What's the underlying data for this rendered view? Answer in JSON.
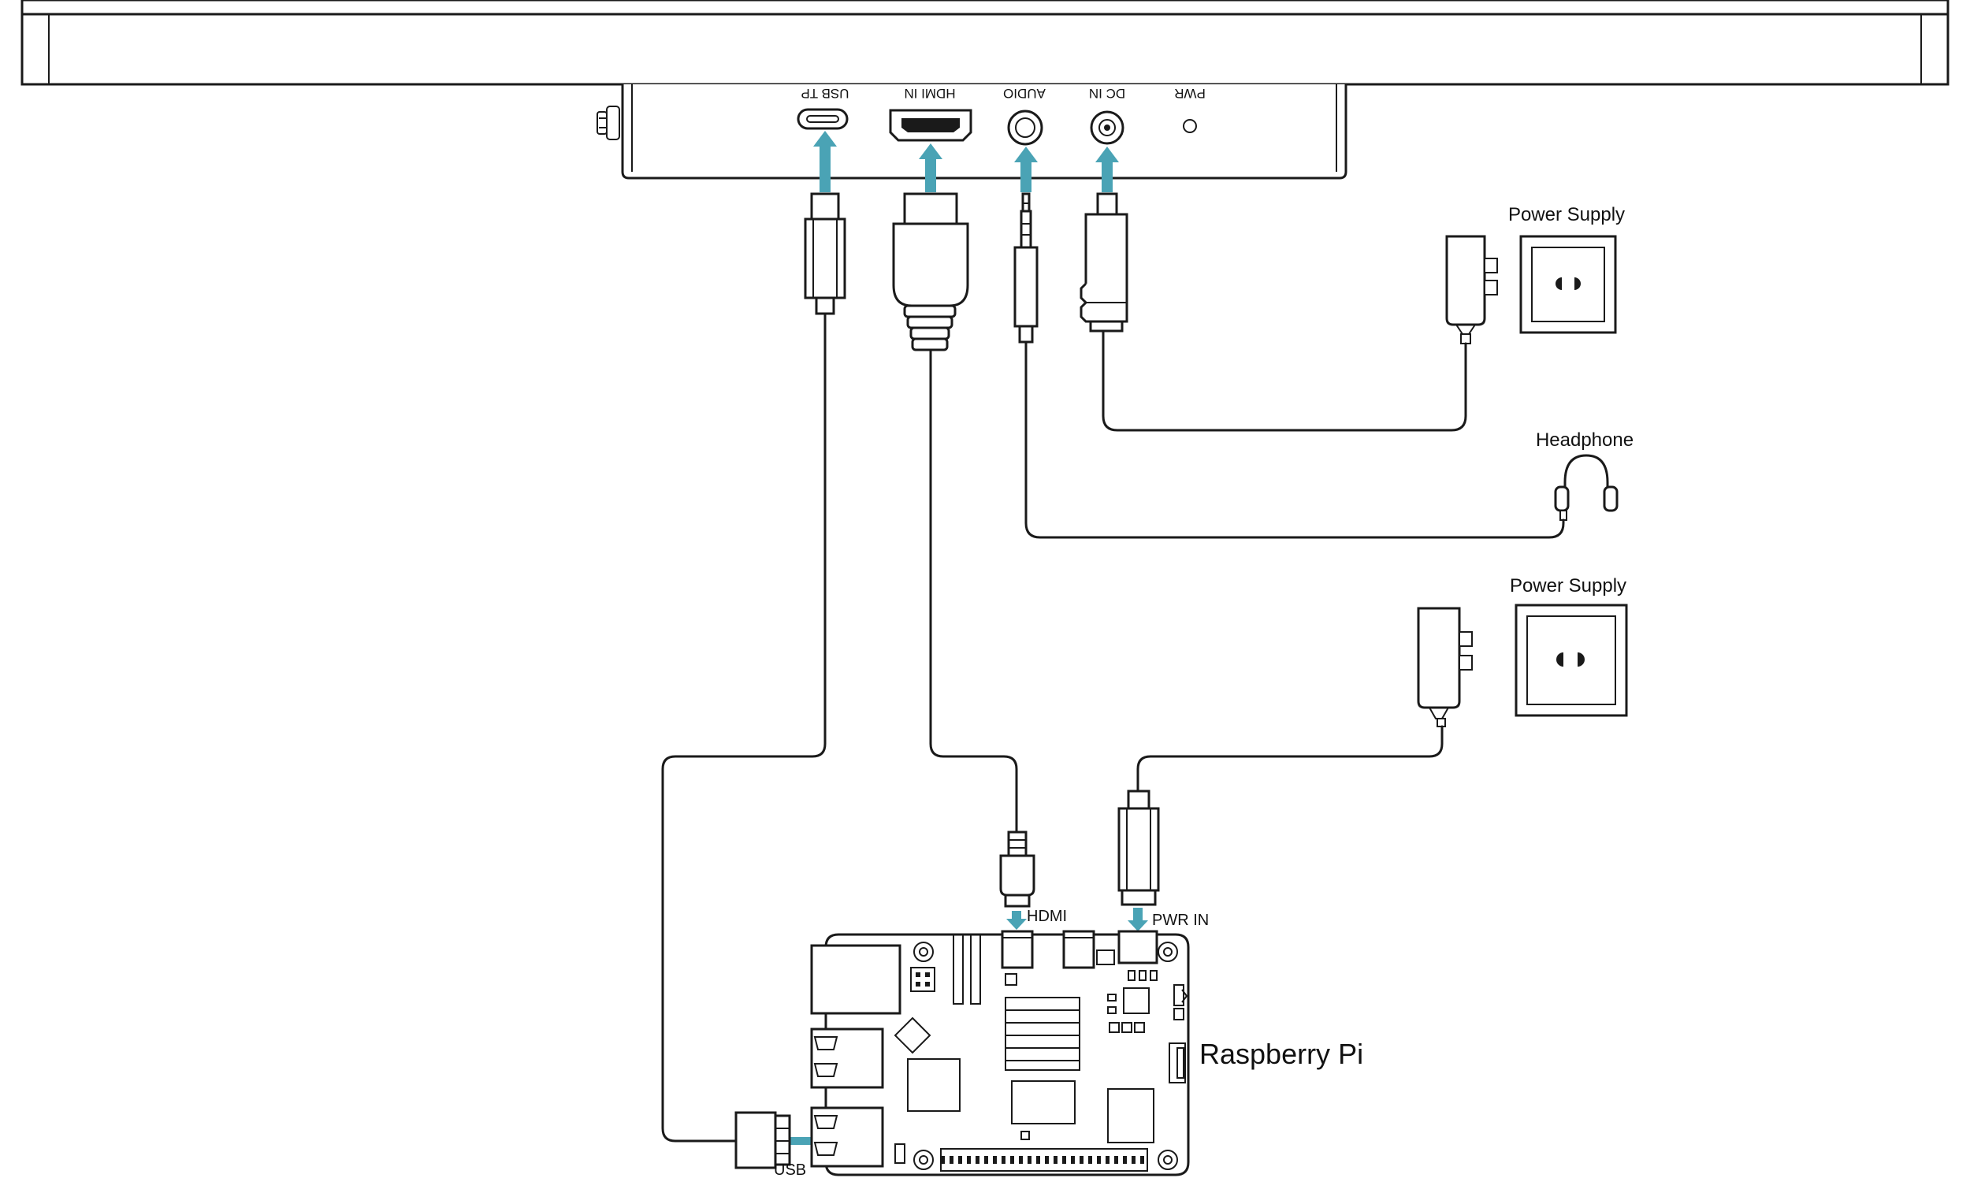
{
  "accent_color": "#4aa3b5",
  "monitor": {
    "ports": [
      {
        "key": "usb_tp",
        "label": "USB TP"
      },
      {
        "key": "hdmi_in",
        "label": "HDMI IN"
      },
      {
        "key": "audio",
        "label": "AUDIO"
      },
      {
        "key": "dc_in",
        "label": "DC IN"
      },
      {
        "key": "pwr",
        "label": "PWR"
      }
    ]
  },
  "labels": {
    "power_supply_1": "Power Supply",
    "headphone": "Headphone",
    "power_supply_2": "Power Supply",
    "raspberry_pi": "Raspberry Pi",
    "rpi_hdmi": "HDMI",
    "rpi_pwr_in": "PWR IN",
    "rpi_usb": "USB"
  },
  "icons": [
    "usb-c-port-icon",
    "hdmi-port-icon",
    "audio-jack-icon",
    "dc-jack-icon",
    "power-led-icon",
    "power-adapter-icon",
    "wall-socket-icon",
    "headphone-icon",
    "raspberry-pi-board-icon"
  ]
}
